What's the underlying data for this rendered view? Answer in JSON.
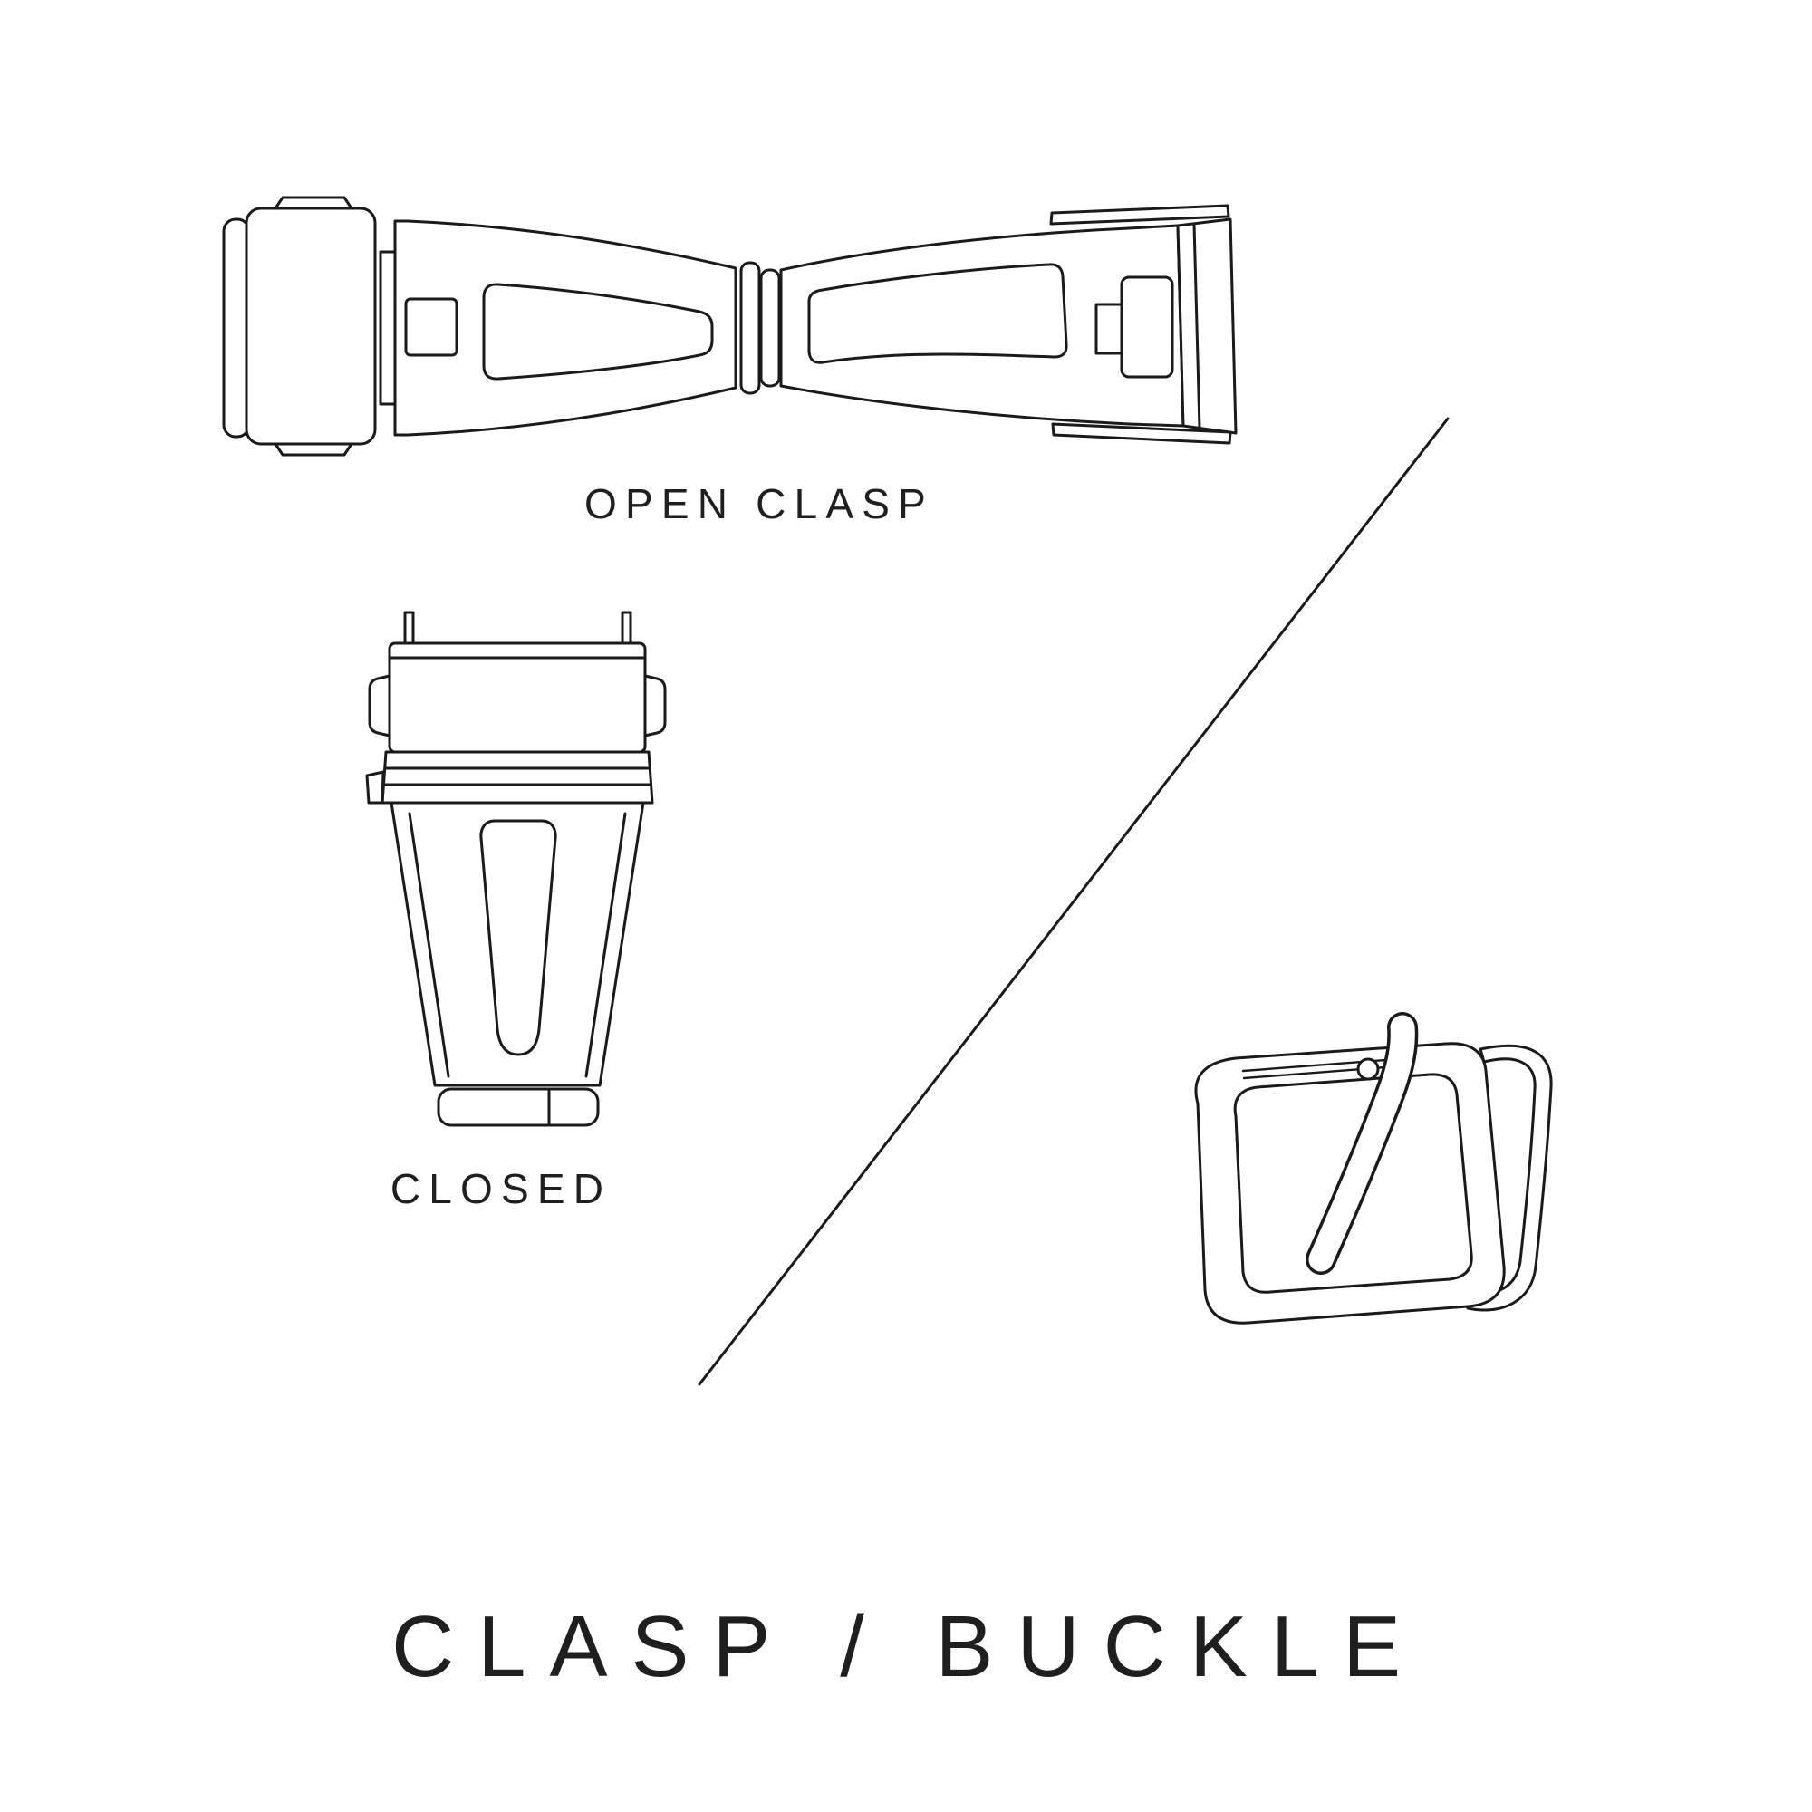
{
  "theme": {
    "background": "#ffffff",
    "line_color": "#1a1a1a",
    "text_color": "#1f1f1f"
  },
  "title": "CLASP / BUCKLE",
  "labels": {
    "open_clasp": "OPEN CLASP",
    "closed_clasp": "CLOSED"
  }
}
